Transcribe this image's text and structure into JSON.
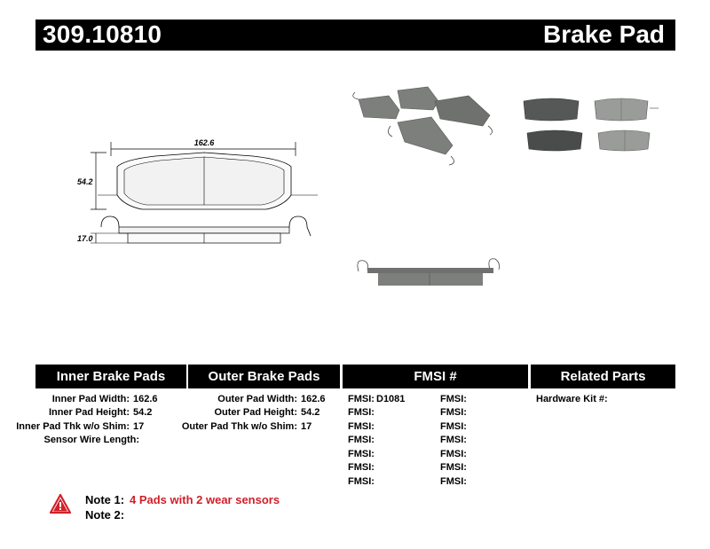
{
  "header": {
    "part_number": "309.10810",
    "product_type": "Brake Pad"
  },
  "drawing": {
    "width_label": "162.6",
    "height_label": "54.2",
    "thickness_label": "17.0"
  },
  "tables": {
    "inner": {
      "title": "Inner Brake Pads Specs",
      "rows": [
        {
          "label": "Inner Pad Width:",
          "value": "162.6"
        },
        {
          "label": "Inner Pad Height:",
          "value": "54.2"
        },
        {
          "label": "Inner Pad Thk w/o Shim:",
          "value": "17"
        },
        {
          "label": "Sensor Wire Length:",
          "value": ""
        }
      ]
    },
    "outer": {
      "title": "Outer Brake Pads Specs",
      "rows": [
        {
          "label": "Outer Pad Width:",
          "value": "162.6"
        },
        {
          "label": "Outer Pad Height:",
          "value": "54.2"
        },
        {
          "label": "Outer Pad Thk w/o Shim:",
          "value": "17"
        }
      ]
    },
    "fmsi": {
      "title": "FMSI #",
      "left": [
        {
          "label": "FMSI:",
          "value": "D1081"
        },
        {
          "label": "FMSI:",
          "value": ""
        },
        {
          "label": "FMSI:",
          "value": ""
        },
        {
          "label": "FMSI:",
          "value": ""
        },
        {
          "label": "FMSI:",
          "value": ""
        },
        {
          "label": "FMSI:",
          "value": ""
        },
        {
          "label": "FMSI:",
          "value": ""
        }
      ],
      "right": [
        {
          "label": "FMSI:",
          "value": ""
        },
        {
          "label": "FMSI:",
          "value": ""
        },
        {
          "label": "FMSI:",
          "value": ""
        },
        {
          "label": "FMSI:",
          "value": ""
        },
        {
          "label": "FMSI:",
          "value": ""
        },
        {
          "label": "FMSI:",
          "value": ""
        },
        {
          "label": "FMSI:",
          "value": ""
        }
      ]
    },
    "related": {
      "title": "Related Parts",
      "rows": [
        {
          "label": "Hardware Kit #:",
          "value": ""
        }
      ]
    }
  },
  "notes": [
    {
      "label": "Note 1:",
      "text": "4 Pads with 2 wear sensors"
    },
    {
      "label": "Note 2:",
      "text": ""
    }
  ],
  "colors": {
    "header_bg": "#000000",
    "note_text": "#d0202a",
    "pad_gray": "#7d7f7c",
    "pad_dark": "#4a4c4b"
  }
}
